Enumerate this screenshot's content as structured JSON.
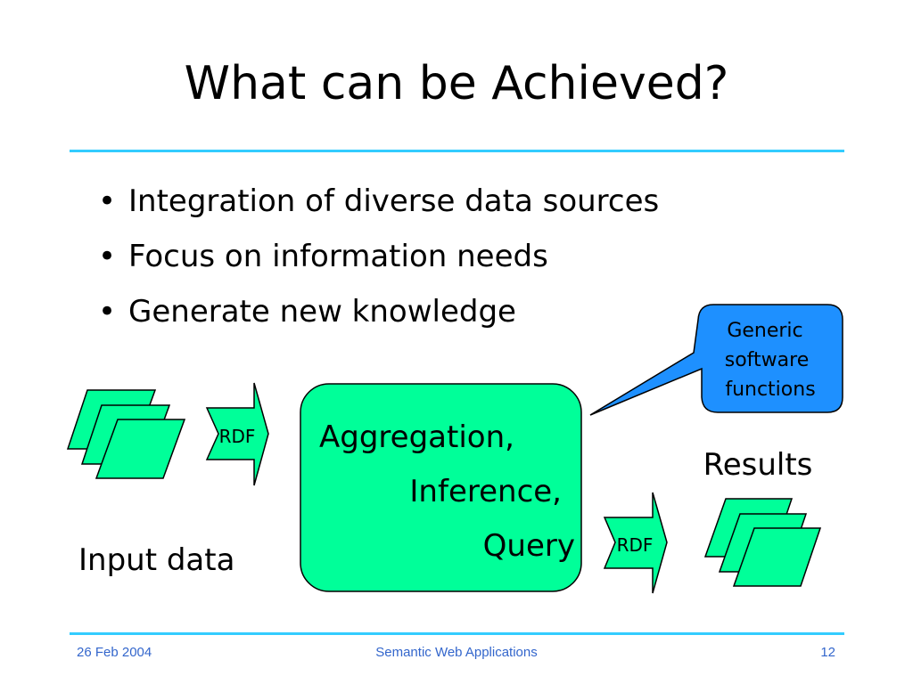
{
  "slide": {
    "title": "What can be Achieved?",
    "bullets": [
      "Integration of diverse data sources",
      "Focus on information needs",
      "Generate new knowledge"
    ]
  },
  "diagram": {
    "callout_lines": [
      "Generic",
      "software",
      "functions"
    ],
    "input_label": "Input data",
    "rdf_in_label": "RDF",
    "rdf_out_label": "RDF",
    "process_lines": [
      "Aggregation,",
      "Inference,",
      "Query"
    ],
    "results_label": "Results",
    "colors": {
      "shape_fill": "#00ff99",
      "callout_fill": "#1e90ff",
      "rule": "#33ccff"
    }
  },
  "footer": {
    "date": "26 Feb 2004",
    "center": "Semantic Web Applications",
    "page": "12"
  }
}
